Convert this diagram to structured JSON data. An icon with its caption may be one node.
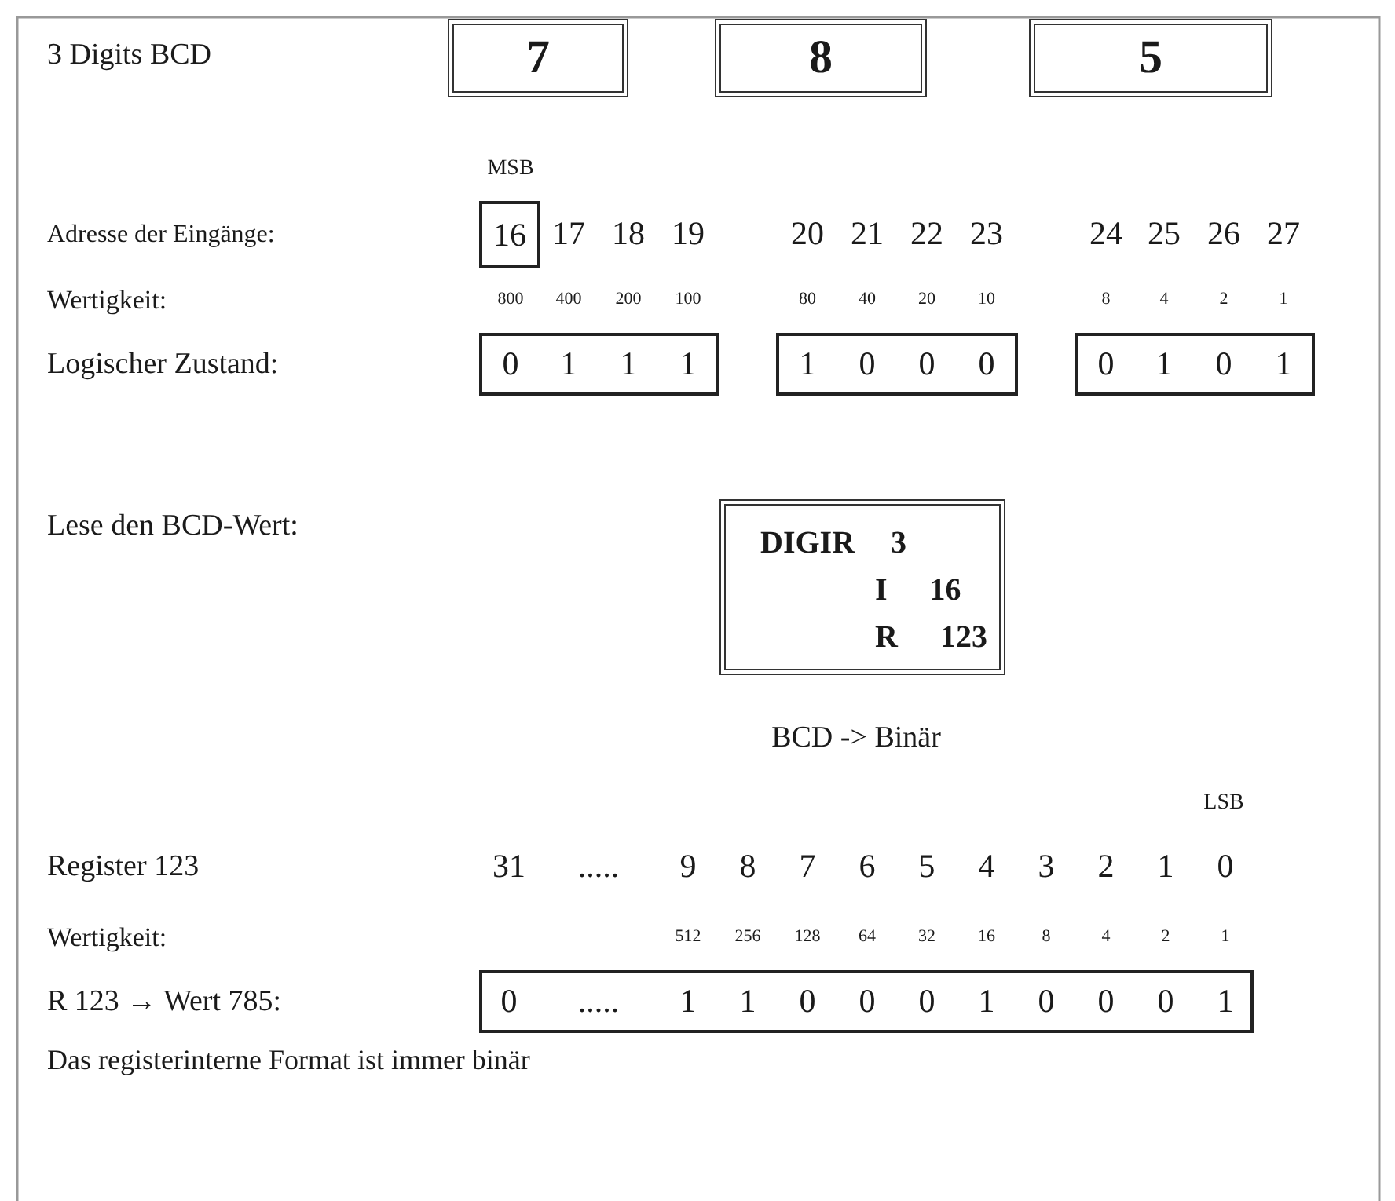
{
  "diagram": {
    "nodes": [
      {
        "text": [
          "7"
        ]
      },
      {
        "text": [
          "8"
        ]
      },
      {
        "text": [
          "5"
        ]
      },
      {
        "text": [
          "16"
        ]
      },
      {
        "text": [
          "0",
          "1",
          "1",
          "1"
        ]
      },
      {
        "text": [
          "1",
          "0",
          "0",
          "0"
        ]
      },
      {
        "text": [
          "0",
          "1",
          "0",
          "1"
        ]
      },
      {
        "text": [
          "DIGIR 3",
          "I 16",
          "R 123"
        ]
      },
      {
        "text": [
          "0",
          ".....",
          "1",
          "1",
          "0",
          "0",
          "0",
          "1",
          "0",
          "0",
          "0",
          "1"
        ]
      }
    ],
    "labels": [
      "3 Digits BCD",
      "MSB",
      "Adresse der Eingänge:",
      "17",
      "18",
      "19",
      "20",
      "21",
      "22",
      "23",
      "24",
      "25",
      "26",
      "27",
      "Wertigkeit:",
      "800",
      "400",
      "200",
      "100",
      "80",
      "40",
      "20",
      "10",
      "8",
      "4",
      "2",
      "1",
      "Logischer Zustand:",
      "Lese den BCD-Wert:",
      "BCD -> Binär",
      "LSB",
      "Register 123",
      "31",
      ".....",
      "9",
      "8",
      "7",
      "6",
      "5",
      "4",
      "3",
      "2",
      "1",
      "0",
      "Wertigkeit:",
      "512",
      "256",
      "128",
      "64",
      "32",
      "16",
      "8",
      "4",
      "2",
      "1",
      "R 123 → Wert 785:",
      "Das registerinterne Format ist immer binär"
    ]
  }
}
